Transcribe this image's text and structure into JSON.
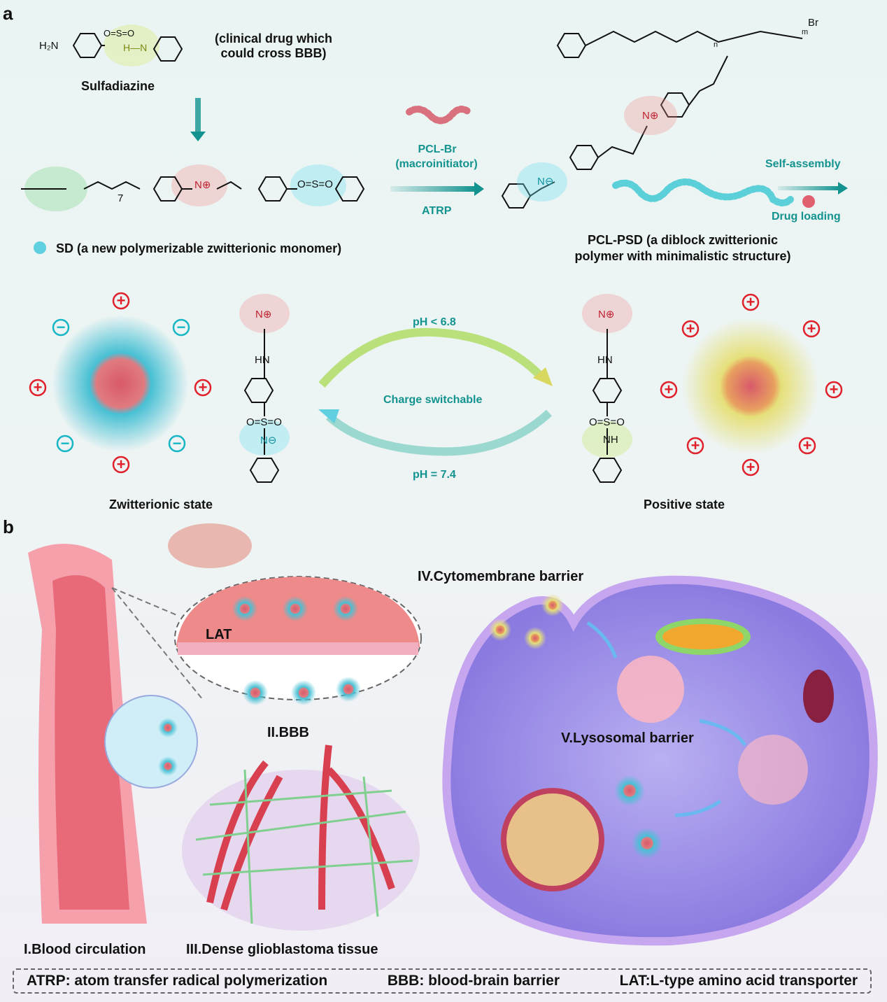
{
  "panels": {
    "a": "a",
    "b": "b"
  },
  "panel_a": {
    "sulfadiazine": {
      "name": "Sulfadiazine",
      "note": "(clinical drug which could cross BBB)",
      "amine": "H₂N",
      "sulfonyl": "O=S=O",
      "nh": "H—N"
    },
    "monomer": {
      "label": "SD (a new polymerizable zwitterionic monomer)",
      "subscript": "7"
    },
    "reaction": {
      "initiator": "PCL-Br",
      "initiator_note": "(macroinitiator)",
      "method": "ATRP"
    },
    "polymer": {
      "label_line1": "PCL-PSD (a diblock zwitterionic",
      "label_line2": "polymer with minimalistic structure)",
      "end_group": "Br",
      "n": "n",
      "m": "m"
    },
    "assembly": {
      "self_assembly": "Self-assembly",
      "drug_loading": "Drug loading"
    },
    "switch": {
      "acidic": "pH < 6.8",
      "center": "Charge switchable",
      "neutral": "pH = 7.4"
    },
    "states": {
      "left": "Zwitterionic state",
      "right": "Positive state"
    },
    "atoms": {
      "hn": "HN",
      "nh": "NH",
      "so2": "O=S=O",
      "n_minus": "N⊖",
      "n_plus": "N⊕",
      "o": "O"
    }
  },
  "panel_b": {
    "blood": "I.Blood circulation",
    "bbb": "II.BBB",
    "lat": "LAT",
    "tissue": "III.Dense glioblastoma tissue",
    "cytomembrane": "IV.Cytomembrane barrier",
    "lysosomal": "V.Lysosomal barrier"
  },
  "legend": [
    "ATRP: atom transfer radical polymerization",
    "BBB: blood-brain barrier",
    "LAT:L-type amino acid transporter"
  ],
  "colors": {
    "teal": "#13938f",
    "zwitterion": "#4cc4d4",
    "positive": "#e6e07a",
    "plus": "#e0202a",
    "cell": "#a99ae8",
    "vessel": "#e86a78"
  }
}
